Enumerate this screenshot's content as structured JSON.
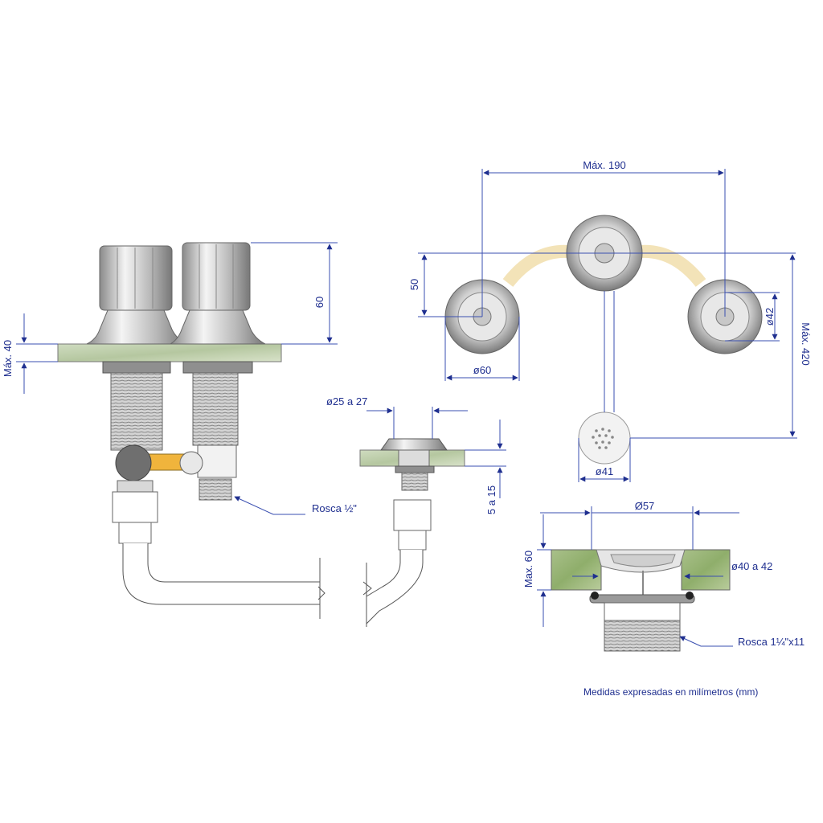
{
  "dimensions": {
    "max_190": "Máx. 190",
    "d50": "50",
    "d60_height": "60",
    "max_40": "Máx. 40",
    "d42": "ø42",
    "max_420": "Máx. 420",
    "d60_dia": "ø60",
    "d41": "ø41",
    "d25_27": "ø25 a 27",
    "d5_15": "5 a 15",
    "d57": "Ø57",
    "max_60": "Max. 60",
    "d40_42": "ø40 a 42"
  },
  "labels": {
    "rosca_half": "Rosca ½\"",
    "rosca_114": "Rosca 1¼\"x11"
  },
  "note": "Medidas expresadas en milímetros (mm)",
  "colors": {
    "dimension_blue": "#1f2f8f",
    "marble_green": "#b9c9a8",
    "chrome": "#c8c8c8",
    "hose_yellow": "#f0b43c"
  }
}
